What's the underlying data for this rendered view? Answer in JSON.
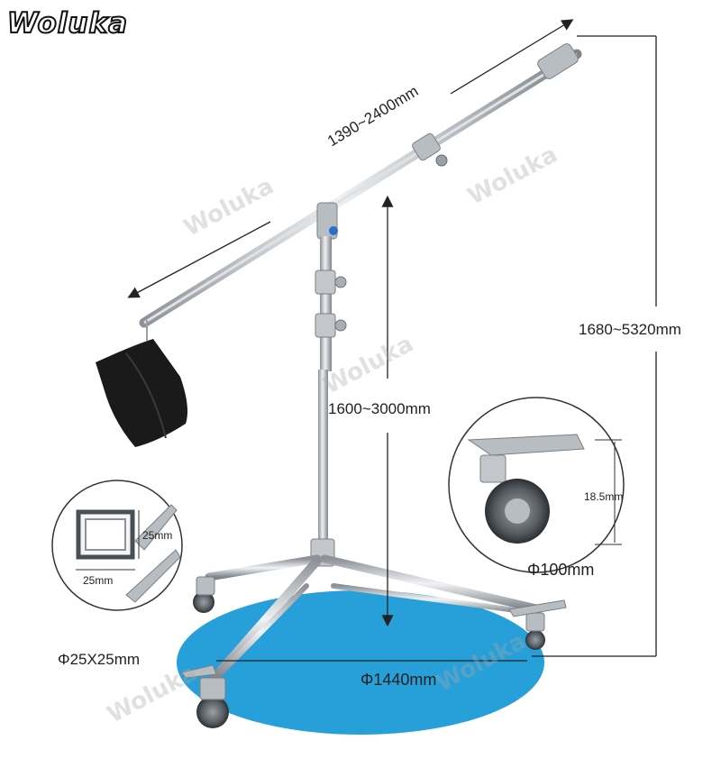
{
  "brand": {
    "logo_text": "Woluka",
    "watermark_text": "Woluka"
  },
  "dimensions": {
    "boom_length": "1390~2400mm",
    "stand_height": "1600~3000mm",
    "total_height": "1680~5320mm",
    "tube_section": "Φ25X25mm",
    "footprint_diameter": "Φ1440mm",
    "wheel_diameter": "Φ100mm",
    "wheel_offset": "18.5mm",
    "tube_side_a": "25mm",
    "tube_side_b": "25mm"
  },
  "colors": {
    "footprint": "#1b9ad6",
    "metal": "#c9cdd2",
    "sandbag": "#1a1a1a"
  }
}
